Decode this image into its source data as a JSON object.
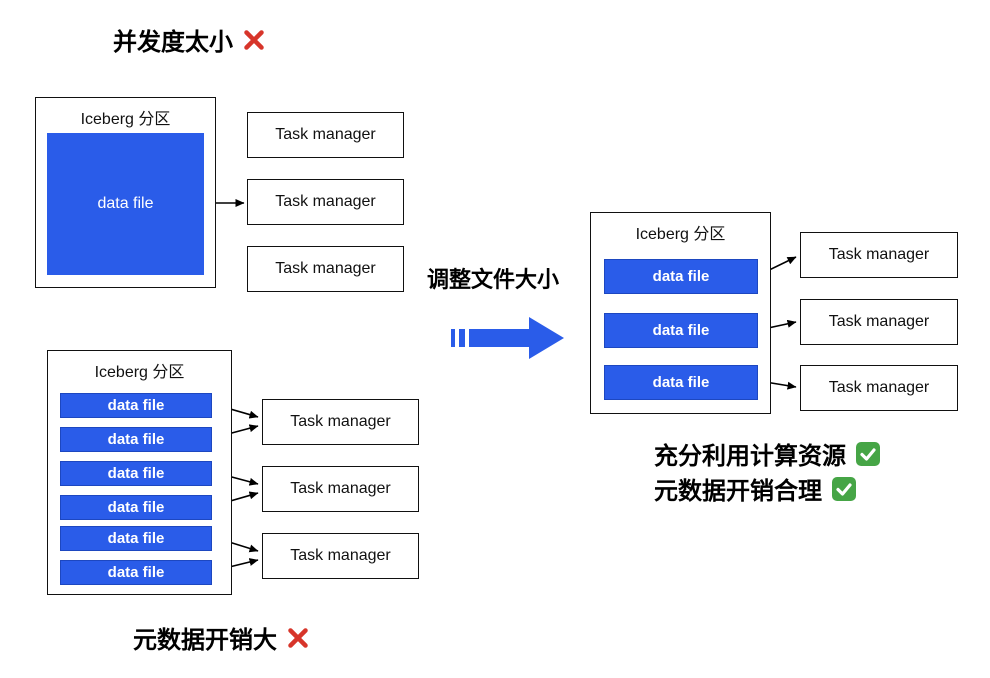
{
  "colors": {
    "blue": "#2a5ce9",
    "red": "#d7352a",
    "green": "#46a546"
  },
  "top_left": {
    "title": "并发度太小",
    "partition_label": "Iceberg 分区",
    "data_file": "data file",
    "task_managers": [
      "Task manager",
      "Task manager",
      "Task manager"
    ]
  },
  "transition": {
    "label": "调整文件大小"
  },
  "bottom_left": {
    "partition_label": "Iceberg 分区",
    "data_files": [
      "data file",
      "data file",
      "data file",
      "data file",
      "data file",
      "data file"
    ],
    "task_managers": [
      "Task manager",
      "Task manager",
      "Task manager"
    ],
    "caption": "元数据开销大"
  },
  "right": {
    "partition_label": "Iceberg 分区",
    "data_files": [
      "data file",
      "data file",
      "data file"
    ],
    "task_managers": [
      "Task manager",
      "Task manager",
      "Task manager"
    ],
    "caption_1": "充分利用计算资源",
    "caption_2": "元数据开销合理"
  }
}
